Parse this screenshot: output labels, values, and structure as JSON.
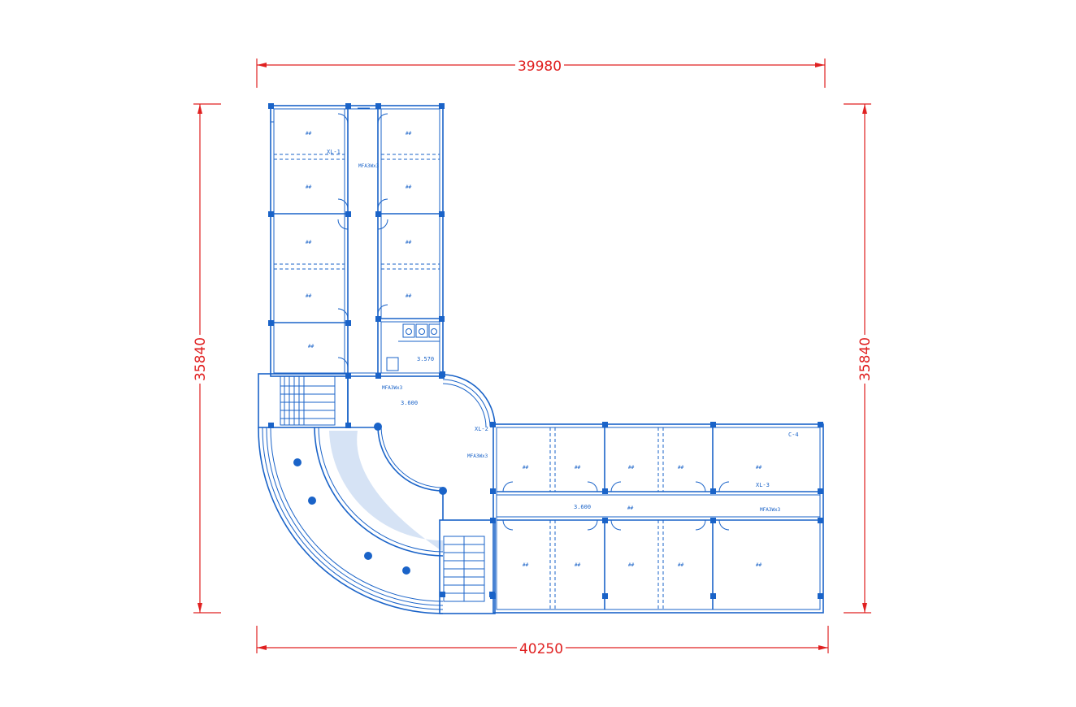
{
  "dimensions": {
    "top": "39980",
    "bottom": "40250",
    "left": "35840",
    "right": "35840"
  },
  "labels": {
    "xl1": "XL-1",
    "xl2": "XL-2",
    "xl3": "XL-3",
    "mfa_a": "MFA3Wx3",
    "mfa_b": "MFA3Wx3",
    "mfa_c": "MFA3Wx3",
    "mfa_d": "MFA3Wx3",
    "elev_3570": "3.570",
    "elev_3600_a": "3.600",
    "elev_3600_b": "3.600",
    "c4": "C-4",
    "room": "##"
  },
  "colors": {
    "dimension": "#e02020",
    "plan": "#1a63c8"
  }
}
